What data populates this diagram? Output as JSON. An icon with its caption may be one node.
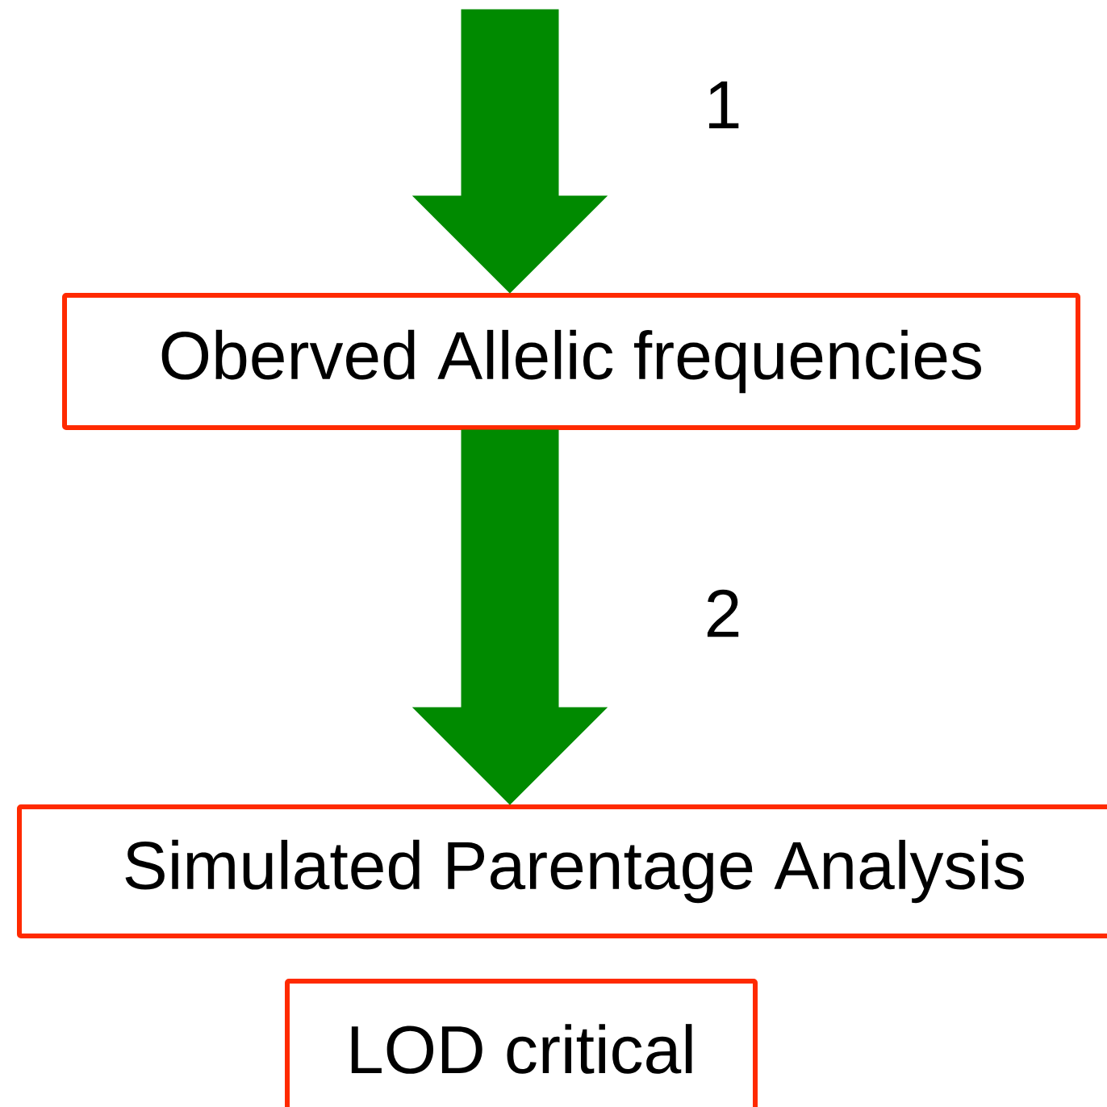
{
  "diagram": {
    "nodes": [
      {
        "text": [
          "Oberved Allelic frequencies"
        ]
      },
      {
        "text": [
          "Simulated Parentage Analysis"
        ]
      },
      {
        "text": [
          "LOD critical"
        ]
      }
    ],
    "edges": [
      {
        "from": null,
        "to": 0,
        "arrow": "to",
        "label": "1"
      },
      {
        "from": 0,
        "to": 1,
        "arrow": "to",
        "label": "2"
      }
    ]
  }
}
